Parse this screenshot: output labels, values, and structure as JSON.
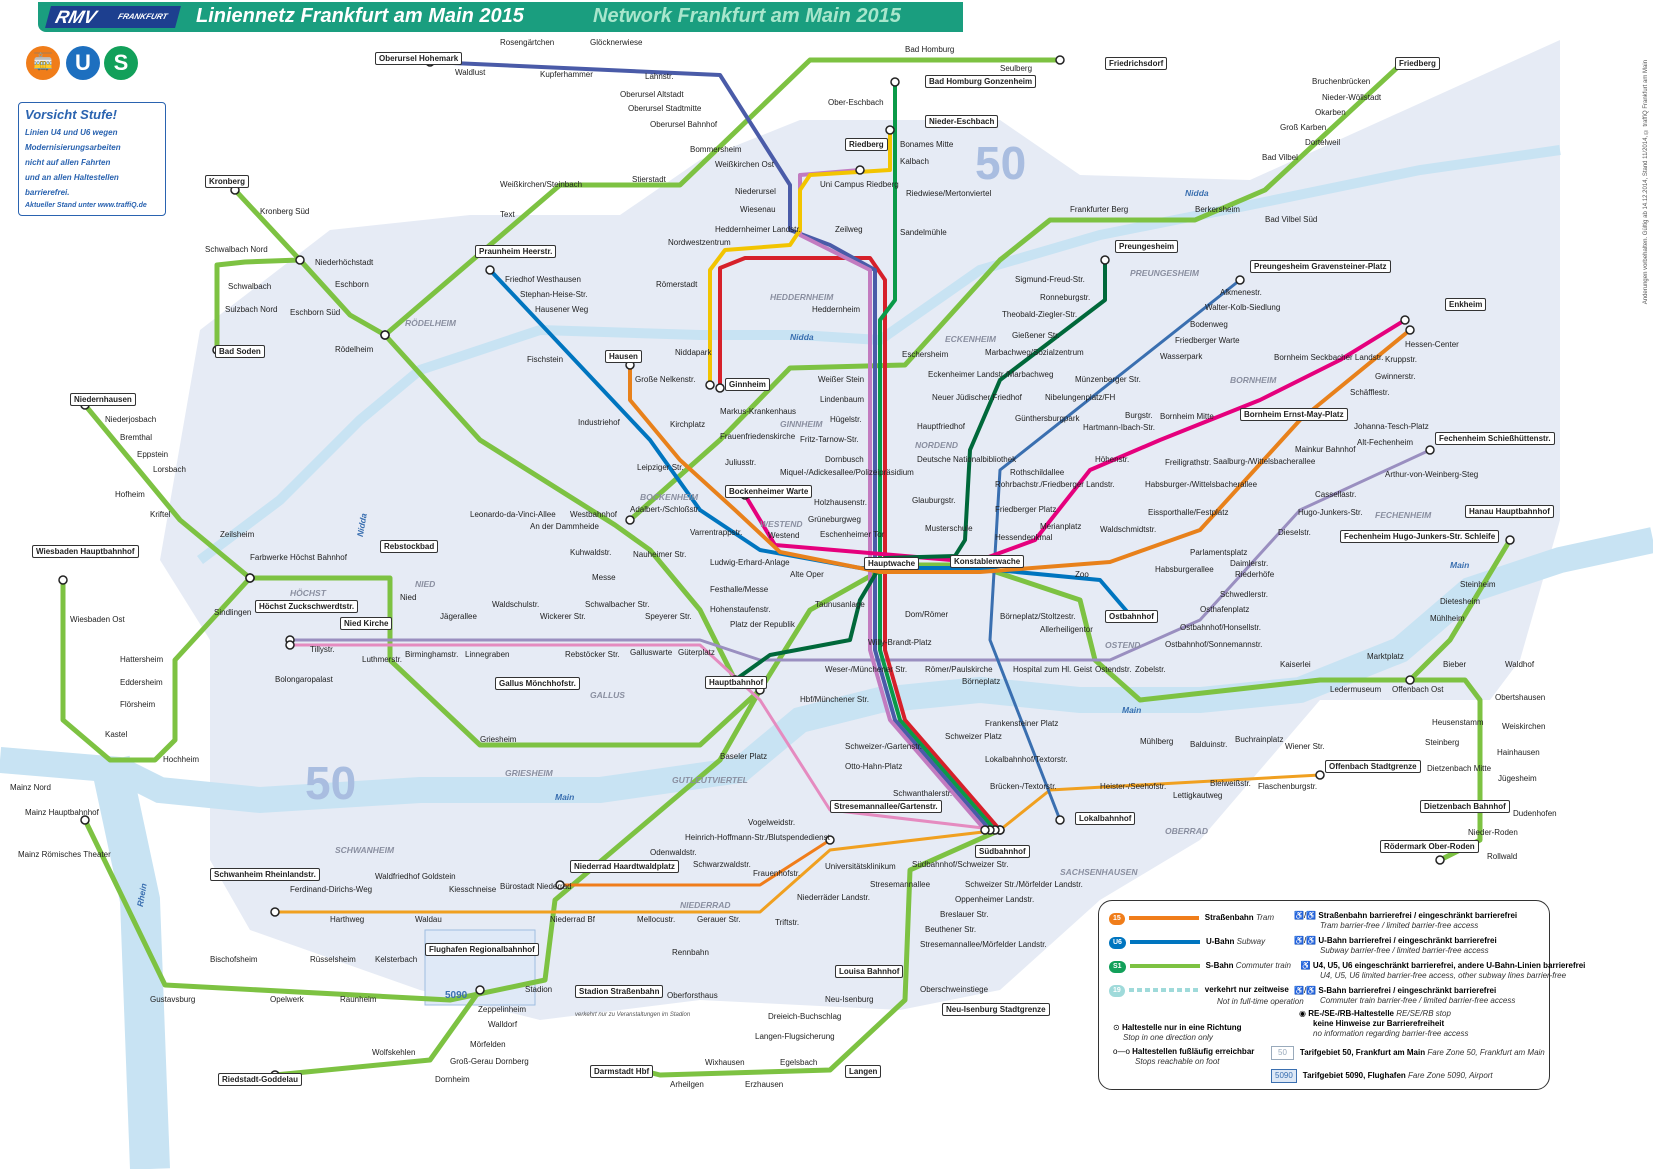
{
  "header": {
    "logo": "RMV",
    "logo_sub": "FRANKFURT",
    "title_de": "Liniennetz Frankfurt am Main 2015",
    "title_en": "Network Frankfurt am Main 2015"
  },
  "mode_icons": [
    {
      "name": "tram-icon",
      "label": "🚋",
      "color": "#f07d1a"
    },
    {
      "name": "u-bahn-icon",
      "label": "U",
      "color": "#1d6fbf"
    },
    {
      "name": "s-bahn-icon",
      "label": "S",
      "color": "#12a05a"
    }
  ],
  "warning": {
    "title": "Vorsicht Stufe!",
    "lines": [
      "Linien U4 und U6 wegen",
      "Modernisierungsarbeiten",
      "nicht auf allen Fahrten",
      "und an allen Haltestellen",
      "barrierefrei."
    ],
    "note": "Aktueller Stand unter www.traffiQ.de"
  },
  "side_note": "Änderungen vorbehalten. Gültig ab 14.12.2014, Stand 11/2014, © traffiQ Frankfurt am Main",
  "lines": [
    {
      "id": "S",
      "color": "#7dc242"
    },
    {
      "id": "U1",
      "color": "#d6202a"
    },
    {
      "id": "U2",
      "color": "#0a9a48"
    },
    {
      "id": "U3",
      "color": "#4a5ba8"
    },
    {
      "id": "U8",
      "color": "#c27bc0"
    },
    {
      "id": "U9",
      "color": "#f2c400"
    },
    {
      "id": "U4",
      "color": "#e5007d"
    },
    {
      "id": "U5",
      "color": "#00683a"
    },
    {
      "id": "U6",
      "color": "#0075bf"
    },
    {
      "id": "U7",
      "color": "#e8811b"
    },
    {
      "id": "T11",
      "color": "#9a8fc0"
    },
    {
      "id": "T21",
      "color": "#e58bc0"
    },
    {
      "id": "T12",
      "color": "#f0a020"
    },
    {
      "id": "T18",
      "color": "#3a6fb0"
    },
    {
      "id": "T15",
      "color": "#f07d1a"
    }
  ],
  "zones": [
    "50",
    "50"
  ],
  "districts": [
    "RÖDELHEIM",
    "HEDDERNHEIM",
    "GINNHEIM",
    "NORDEND",
    "ECKENHEIM",
    "PREUNGESHEIM",
    "BORNHEIM",
    "FECHENHEIM",
    "OSTEND",
    "BOCKENHEIM",
    "WESTEND",
    "HÖCHST",
    "NIED",
    "GALLUS",
    "GRIESHEIM",
    "GUTLEUTVIERTEL",
    "SCHWANHEIM",
    "NIEDERRAD",
    "SACHSENHAUSEN",
    "OBERRAD"
  ],
  "rivers": [
    "Nidda",
    "Nidda",
    "Nidda",
    "Main",
    "Main",
    "Main",
    "Rhein"
  ],
  "stations": [
    "Oberursel Hohemark",
    "Waldlust",
    "Rosengärtchen",
    "Kupferhammer",
    "Glöcknerwiese",
    "Lahnstr.",
    "Oberursel Altstadt",
    "Oberursel Stadtmitte",
    "Oberursel Bahnhof",
    "Bommersheim",
    "Weißkirchen Ost",
    "Stierstadt",
    "Niederursel",
    "Wiesenau",
    "Uni Campus Riedberg",
    "Riedberg",
    "Nieder-Eschbach",
    "Bonames Mitte",
    "Kalbach",
    "Riedwiese/Mertonviertel",
    "Sandelmühle",
    "Ober-Eschbach",
    "Bad Homburg",
    "Bad Homburg Gonzenheim",
    "Seulberg",
    "Friedrichsdorf",
    "Friedberg",
    "Bruchenbrücken",
    "Nieder-Wöllstadt",
    "Okarben",
    "Groß Karben",
    "Dortelweil",
    "Bad Vilbel",
    "Bad Vilbel Süd",
    "Berkersheim",
    "Frankfurter Berg",
    "Preungesheim",
    "Sigmund-Freud-Str.",
    "Ronneburgstr.",
    "Theobald-Ziegler-Str.",
    "Gießener Str.",
    "Marbachweg/Sozialzentrum",
    "Eckenheimer Landstr./Marbachweg",
    "Neuer Jüdischer Friedhof",
    "Hauptfriedhof",
    "Deutsche Nationalbibliothek",
    "Glauburgstr.",
    "Musterschule",
    "Nibelungenplatz/FH",
    "Münzenberger Str.",
    "Wasserpark",
    "Friedberger Warte",
    "Bodenweg",
    "Walter-Kolb-Siedlung",
    "Alkmenestr.",
    "Preungesheim Gravensteiner-Platz",
    "Enkheim",
    "Hessen-Center",
    "Kruppstr.",
    "Gwinnerstr.",
    "Schäfflestr.",
    "Johanna-Tesch-Platz",
    "Bornheim Seckbacher Landstr.",
    "Bornheim Mitte",
    "Bornheim Ernst-May-Platz",
    "Fechenheim Schießhüttenstr.",
    "Mainkur Bahnhof",
    "Alt-Fechenheim",
    "Arthur-von-Weinberg-Steg",
    "Cassellastr.",
    "Hugo-Junkers-Str.",
    "Fechenheim Hugo-Junkers-Str. Schleife",
    "Hanau Hauptbahnhof",
    "Saalburg-/Wittelsbacherallee",
    "Habsburger-/Wittelsbacherallee",
    "Freiligrathstr.",
    "Höhenstr.",
    "Eissporthalle/Festplatz",
    "Parlamentsplatz",
    "Riederhöfe",
    "Daimlerstr.",
    "Dieselstr.",
    "Schwedlerstr.",
    "Osthafenplatz",
    "Ostbahnhof/Honsellstr.",
    "Ostbahnhof",
    "Ostbahnhof/Sonnemannstr.",
    "Zobelstr.",
    "Ostendstr.",
    "Zoo",
    "Waldschmidtstr.",
    "Habsburgerallee",
    "Merianplatz",
    "Hessendenkmal",
    "Friedberger Platz",
    "Rohrbachstr./Friedberger Landstr.",
    "Rothschildallee",
    "Günthersburgpark",
    "Hartmann-Ibach-Str.",
    "Burgstr.",
    "Konstablerwache",
    "Hauptwache",
    "Eschersheim",
    "Weißer Stein",
    "Lindenbaum",
    "Hügelstr.",
    "Fritz-Tarnow-Str.",
    "Dornbusch",
    "Miquel-/Adickesallee/Polizeipräsidium",
    "Holzhausenstr.",
    "Grüneburgweg",
    "Eschenheimer Tor",
    "Heddernheim",
    "Zeilweg",
    "Heddernheimer Landstr.",
    "Nordwestzentrum",
    "Römerstadt",
    "Niddapark",
    "Ginnheim",
    "Markus-Krankenhaus",
    "Frauenfriedenskirche",
    "Juliusstr.",
    "Bockenheimer Warte",
    "Westend",
    "Alte Oper",
    "Kirchplatz",
    "Leipziger Str.",
    "Adalbert-/Schloßstr.",
    "Industriehof",
    "Fischstein",
    "Hausen",
    "Große Nelkenstr.",
    "Praunheim Heerstr.",
    "Friedhof Westhausen",
    "Stephan-Heise-Str.",
    "Hausener Weg",
    "Westbahnhof",
    "Kuhwaldstr.",
    "Messe",
    "Nauheimer Str.",
    "Varrentrappstr.",
    "Ludwig-Erhard-Anlage",
    "Festhalle/Messe",
    "Hohenstaufenstr.",
    "Platz der Republik",
    "Taunusanlage",
    "Güterplatz",
    "Speyerer Str.",
    "Galluswarte",
    "Schwalbacher Str.",
    "Wickerer Str.",
    "Rebstöcker Str.",
    "Waldschulstr.",
    "Jägerallee",
    "Linnegraben",
    "Birminghamstr.",
    "Luthmerstr.",
    "Tillystr.",
    "Bolongaropalast",
    "Höchst Zuckschwerdtstr.",
    "Nied Kirche",
    "Nied",
    "Höchst Bahnhof",
    "Farbwerke",
    "Sindlingen",
    "Zeilsheim",
    "Rebstockbad",
    "Leonardo-da-Vinci-Allee",
    "An der Dammheide",
    "Gallus Mönchhofstr.",
    "Hauptbahnhof",
    "Willy-Brandt-Platz",
    "Dom/Römer",
    "Römer/Paulskirche",
    "Börneplatz",
    "Börneplatz/Stoltzestr.",
    "Allerheiligentor",
    "Hospital zum Hl. Geist",
    "Weser-/Münchener Str.",
    "Hbf/Münchener Str.",
    "Baseler Platz",
    "Schweizer-/Gartenstr.",
    "Otto-Hahn-Platz",
    "Schweizer Platz",
    "Frankensteiner Platz",
    "Lokalbahnhof/Textorstr.",
    "Brücken-/Textorstr.",
    "Schwanthalerstr.",
    "Stresemannallee/Gartenstr.",
    "Südbahnhof",
    "Lokalbahnhof",
    "Heister-/Seehofstr.",
    "Lettigkautweg",
    "Bleiweißstr.",
    "Flaschenburgstr.",
    "Mühlberg",
    "Balduinstr.",
    "Buchrainplatz",
    "Wiener Str.",
    "Offenbach Stadtgrenze",
    "Kaiserlei",
    "Ledermuseum",
    "Marktplatz",
    "Offenbach Ost",
    "Bieber",
    "Waldhof",
    "Obertshausen",
    "Heusenstamm",
    "Weiskirchen",
    "Steinberg",
    "Hainhausen",
    "Dietzenbach Mitte",
    "Jügesheim",
    "Dietzenbach Bahnhof",
    "Dudenhofen",
    "Nieder-Roden",
    "Rödermark Ober-Roden",
    "Rollwald",
    "Steinheim",
    "Dietesheim",
    "Mühlheim",
    "Vogelweidstr.",
    "Heinrich-Hoffmann-Str./Blutspendedienst",
    "Universitätsklinikum",
    "Niederräder Landstr.",
    "Triftstr.",
    "Stresemannallee",
    "Südbahnhof/Schweizer Str.",
    "Schweizer Str./Mörfelder Landstr.",
    "Oppenheimer Landstr.",
    "Breslauer Str.",
    "Beuthener Str.",
    "Stresemannallee/Mörfelder Landstr.",
    "Louisa Bahnhof",
    "Oberschweinstiege",
    "Neu-Isenburg",
    "Neu-Isenburg Stadtgrenze",
    "Dreieich-Buchschlag",
    "Langen-Flugsicherung",
    "Egelsbach",
    "Langen",
    "Wixhausen",
    "Erzhausen",
    "Arheilgen",
    "Darmstadt Hbf",
    "Niederrad Haardtwaldplatz",
    "Odenwaldstr.",
    "Schwarzwaldstr.",
    "Frauenhofstr.",
    "Mellocustr.",
    "Gerauer Str.",
    "Rennbahn",
    "Bürostadt Niederrad",
    "Niederrad Bf",
    "Kiesschneise",
    "Waldau",
    "Waldfriedhof Goldstein",
    "Harthweg",
    "Ferdinand-Dirichs-Weg",
    "Schwanheim Rheinlandstr.",
    "Stadion",
    "Stadion Straßenbahn",
    "Oberforsthaus",
    "Flughafen Regionalbahnhof",
    "Zeppelinheim",
    "Walldorf",
    "Mörfelden",
    "Groß-Gerau Dornberg",
    "Dornheim",
    "Wolfskehlen",
    "Riedstadt-Goddelau",
    "Kelsterbach",
    "Raunheim",
    "Rüsselsheim",
    "Opelwerk",
    "Bischofsheim",
    "Gustavsburg",
    "Mainz Nord",
    "Mainz Hauptbahnhof",
    "Mainz Römisches Theater",
    "Kastel",
    "Hochheim",
    "Flörsheim",
    "Eddersheim",
    "Hattersheim",
    "Wiesbaden Ost",
    "Wiesbaden Hauptbahnhof",
    "Kriftel",
    "Hofheim",
    "Lorsbach",
    "Eppstein",
    "Bremthal",
    "Niederjosbach",
    "Niedernhausen",
    "Bad Soden",
    "Sulzbach Nord",
    "Schwalbach",
    "Schwalbach Nord",
    "Niederhöchstadt",
    "Eschborn",
    "Eschborn Süd",
    "Rödelheim",
    "Kronberg Süd",
    "Kronberg",
    "Weißkirchen/Steinbach",
    "Griesheim",
    "Text"
  ],
  "airport_zone": "5090",
  "legend": {
    "rows": [
      {
        "badge": "15",
        "color": "#f07d1a",
        "label": "Straßenbahn",
        "label_en": "Tram"
      },
      {
        "badge": "U6",
        "color": "#0075bf",
        "label": "U-Bahn",
        "label_en": "Subway"
      },
      {
        "badge": "S1",
        "color": "#12a05a",
        "label": "S-Bahn",
        "label_en": "Commuter train"
      },
      {
        "badge": "19",
        "color": "#9fdada",
        "label": "verkehrt nur zeitweise",
        "label_en": "Not in full-time operation"
      }
    ],
    "stops": [
      {
        "label": "Haltestelle nur in eine Richtung",
        "label_en": "Stop in one direction only"
      },
      {
        "label": "Haltestellen fußläufig erreichbar",
        "label_en": "Stops reachable on foot"
      }
    ],
    "access": [
      {
        "label": "Straßenbahn barrierefrei / eingeschränkt barrierefrei",
        "label_en": "Tram barrier-free / limited barrier-free access"
      },
      {
        "label": "U-Bahn barrierefrei / eingeschränkt barrierefrei",
        "label_en": "Subway barrier-free / limited barrier-free access"
      },
      {
        "label": "U4, U5, U6 eingeschränkt barrierefrei, andere U-Bahn-Linien barrierefrei",
        "label_en": "U4, U5, U6 limited barrier-free access, other subway lines barrier-free"
      },
      {
        "label": "S-Bahn barrierefrei / eingeschränkt barrierefrei",
        "label_en": "Commuter train barrier-free / limited barrier-free access"
      },
      {
        "label": "RE-/SE-/RB-Haltestelle",
        "label_en": "RE/SE/RB stop",
        "note": "keine Hinweise zur Barrierefreiheit",
        "note_en": "no information regarding barrier-free access"
      }
    ],
    "zones": [
      {
        "badge": "50",
        "label": "Tarifgebiet 50, Frankfurt am Main",
        "label_en": "Fare Zone 50, Frankfurt am Main"
      },
      {
        "badge": "5090",
        "label": "Tarifgebiet 5090, Flughafen",
        "label_en": "Fare Zone 5090, Airport"
      }
    ]
  },
  "stadium_note": "verkehrt nur zu Veranstaltungen im Stadion"
}
